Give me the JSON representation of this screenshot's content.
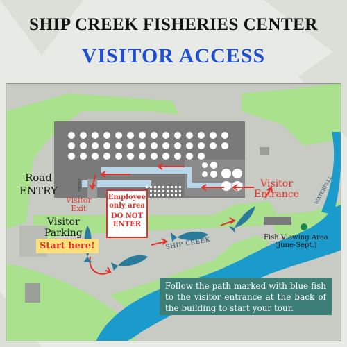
{
  "title": {
    "line1": "SHIP CREEK FISHERIES CENTER",
    "line2": "VISITOR ACCESS"
  },
  "labels": {
    "road_entry": "Road\nENTRY",
    "visitor_exit": "Visitor\nExit",
    "visitor_parking": "Visitor\nParking",
    "start_here": "Start here!",
    "employee_area": [
      "Employee",
      "only area",
      "DO NOT",
      "ENTER"
    ],
    "visitor_entrance": "Visitor\nEntrance",
    "fish_viewing_area": "Fish Viewing Area\n(June-Sept.)",
    "ship_creek": "SHIP CREEK",
    "waterfall": "WATERFALL",
    "stairs": "STAIRS"
  },
  "info_box": "Follow the path marked with blue fish to the visitor entrance at the back of the building to start your tour.",
  "colors": {
    "accent": "#1f4fd0",
    "alert": "#e2322c",
    "water": "#1a9bcc",
    "grass": "#a6e08a",
    "fish": "#2a7b9b",
    "info_bg": "#3d7f77"
  },
  "icons": [
    "fish-icon",
    "viewing-area-dot-icon",
    "route-arrow-icon"
  ]
}
